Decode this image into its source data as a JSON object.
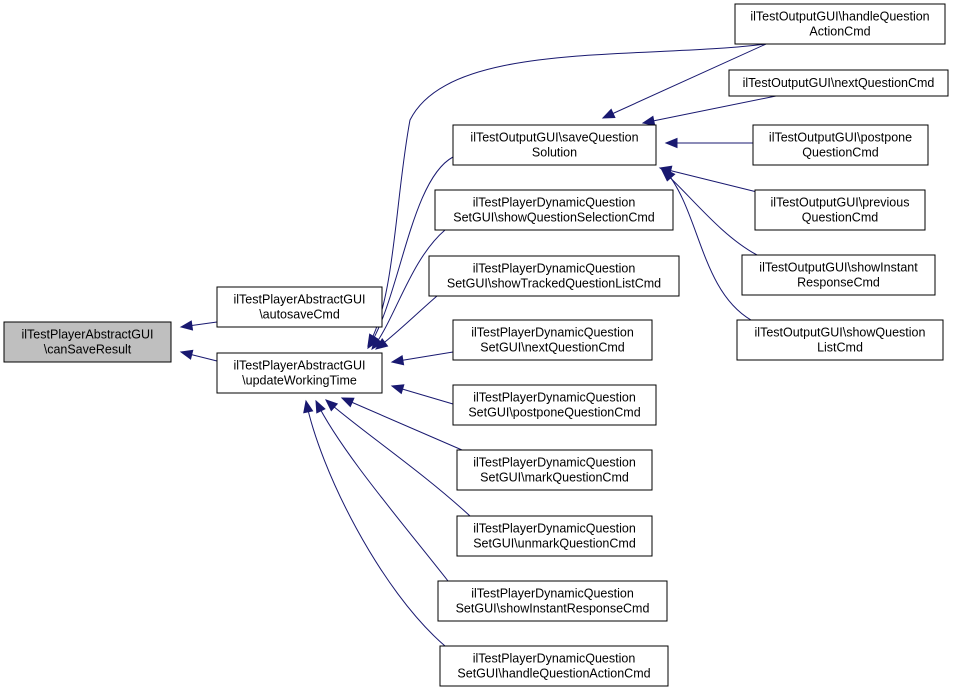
{
  "diagram": {
    "colors": {
      "edge": "#191970",
      "node_border": "#000000",
      "node_fill": "#ffffff",
      "focus_fill": "#bfbfbf",
      "text": "#000000"
    },
    "nodes": [
      {
        "id": "canSaveResult",
        "lines": [
          "ilTestPlayerAbstractGUI",
          "\\canSaveResult"
        ],
        "focus": true
      },
      {
        "id": "autosaveCmd",
        "lines": [
          "ilTestPlayerAbstractGUI",
          "\\autosaveCmd"
        ]
      },
      {
        "id": "updateWorkingTime",
        "lines": [
          "ilTestPlayerAbstractGUI",
          "\\updateWorkingTime"
        ]
      },
      {
        "id": "saveQuestionSolution",
        "lines": [
          "ilTestOutputGUI\\saveQuestion",
          "Solution"
        ]
      },
      {
        "id": "dynShowQuestionSelectionCmd",
        "lines": [
          "ilTestPlayerDynamicQuestion",
          "SetGUI\\showQuestionSelectionCmd"
        ]
      },
      {
        "id": "dynShowTrackedQuestionListCmd",
        "lines": [
          "ilTestPlayerDynamicQuestion",
          "SetGUI\\showTrackedQuestionListCmd"
        ]
      },
      {
        "id": "dynNextQuestionCmd",
        "lines": [
          "ilTestPlayerDynamicQuestion",
          "SetGUI\\nextQuestionCmd"
        ]
      },
      {
        "id": "dynPostponeQuestionCmd",
        "lines": [
          "ilTestPlayerDynamicQuestion",
          "SetGUI\\postponeQuestionCmd"
        ]
      },
      {
        "id": "dynMarkQuestionCmd",
        "lines": [
          "ilTestPlayerDynamicQuestion",
          "SetGUI\\markQuestionCmd"
        ]
      },
      {
        "id": "dynUnmarkQuestionCmd",
        "lines": [
          "ilTestPlayerDynamicQuestion",
          "SetGUI\\unmarkQuestionCmd"
        ]
      },
      {
        "id": "dynShowInstantResponseCmd",
        "lines": [
          "ilTestPlayerDynamicQuestion",
          "SetGUI\\showInstantResponseCmd"
        ]
      },
      {
        "id": "dynHandleQuestionActionCmd",
        "lines": [
          "ilTestPlayerDynamicQuestion",
          "SetGUI\\handleQuestionActionCmd"
        ]
      },
      {
        "id": "outHandleQuestionActionCmd",
        "lines": [
          "ilTestOutputGUI\\handleQuestion",
          "ActionCmd"
        ]
      },
      {
        "id": "outNextQuestionCmd",
        "lines": [
          "ilTestOutputGUI\\nextQuestionCmd"
        ]
      },
      {
        "id": "outPostponeQuestionCmd",
        "lines": [
          "ilTestOutputGUI\\postpone",
          "QuestionCmd"
        ]
      },
      {
        "id": "outPreviousQuestionCmd",
        "lines": [
          "ilTestOutputGUI\\previous",
          "QuestionCmd"
        ]
      },
      {
        "id": "outShowInstantResponseCmd",
        "lines": [
          "ilTestOutputGUI\\showInstant",
          "ResponseCmd"
        ]
      },
      {
        "id": "outShowQuestionListCmd",
        "lines": [
          "ilTestOutputGUI\\showQuestion",
          "ListCmd"
        ]
      }
    ],
    "edges": [
      {
        "from": "autosaveCmd",
        "to": "canSaveResult"
      },
      {
        "from": "updateWorkingTime",
        "to": "canSaveResult"
      },
      {
        "from": "saveQuestionSolution",
        "to": "updateWorkingTime"
      },
      {
        "from": "outHandleQuestionActionCmd",
        "to": "updateWorkingTime"
      },
      {
        "from": "dynShowQuestionSelectionCmd",
        "to": "updateWorkingTime"
      },
      {
        "from": "dynShowTrackedQuestionListCmd",
        "to": "updateWorkingTime"
      },
      {
        "from": "dynNextQuestionCmd",
        "to": "updateWorkingTime"
      },
      {
        "from": "dynPostponeQuestionCmd",
        "to": "updateWorkingTime"
      },
      {
        "from": "dynMarkQuestionCmd",
        "to": "updateWorkingTime"
      },
      {
        "from": "dynUnmarkQuestionCmd",
        "to": "updateWorkingTime"
      },
      {
        "from": "dynShowInstantResponseCmd",
        "to": "updateWorkingTime"
      },
      {
        "from": "dynHandleQuestionActionCmd",
        "to": "updateWorkingTime"
      },
      {
        "from": "outHandleQuestionActionCmd",
        "to": "saveQuestionSolution"
      },
      {
        "from": "outNextQuestionCmd",
        "to": "saveQuestionSolution"
      },
      {
        "from": "outPostponeQuestionCmd",
        "to": "saveQuestionSolution"
      },
      {
        "from": "outPreviousQuestionCmd",
        "to": "saveQuestionSolution"
      },
      {
        "from": "outShowInstantResponseCmd",
        "to": "saveQuestionSolution"
      },
      {
        "from": "outShowQuestionListCmd",
        "to": "saveQuestionSolution"
      }
    ]
  }
}
